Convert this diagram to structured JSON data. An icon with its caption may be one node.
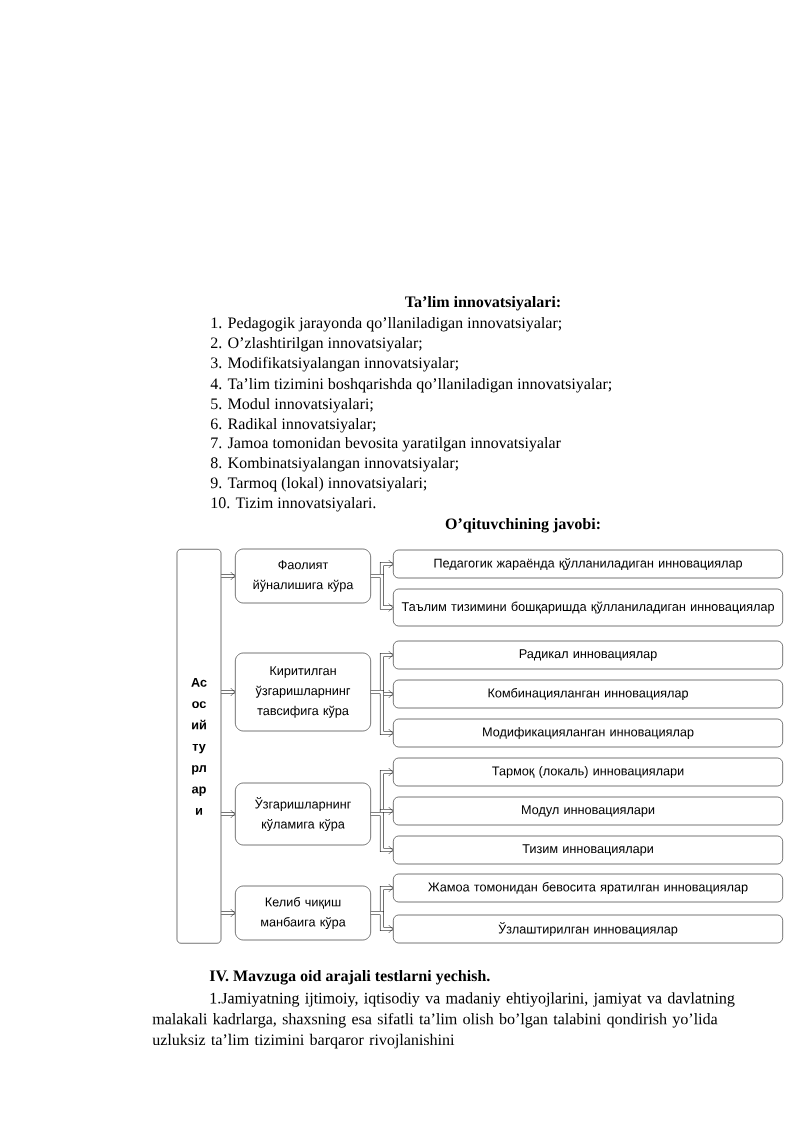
{
  "diagram": {
    "title": "Ta’lim innovatsiyalari:",
    "nodes": [
      {
        "text": [
          "Ас ос ий ту рл ар и"
        ]
      },
      {
        "text": [
          "Фаолият йўналишига кўра"
        ]
      },
      {
        "text": [
          "Киритилган ўзгаришларнинг тавсифига кўра"
        ]
      },
      {
        "text": [
          "Ўзгаришларнинг кўламига кўра"
        ]
      },
      {
        "text": [
          "Келиб чиқиш манбаига кўра"
        ]
      },
      {
        "text": [
          "Педагогик жараёнда қўлланиладиган инновациялар"
        ]
      },
      {
        "text": [
          "Таълим тизимини бошқаришда қўлланиладиган инновациялар"
        ]
      },
      {
        "text": [
          "Радикал инновациялар"
        ]
      },
      {
        "text": [
          "Комбинацияланган инновациялар"
        ]
      },
      {
        "text": [
          "Модификацияланган инновациялар"
        ]
      },
      {
        "text": [
          "Тармоқ (локаль) инновациялари"
        ]
      },
      {
        "text": [
          "Модул инновациялари"
        ]
      },
      {
        "text": [
          "Тизим инновациялари"
        ]
      },
      {
        "text": [
          "Жамоа томонидан бевосита яратилган инновациялар"
        ]
      },
      {
        "text": [
          "Ўзлаштирилган инновациялар"
        ]
      }
    ],
    "edges": [
      {
        "from": 0,
        "to": 1,
        "arrow": "to"
      },
      {
        "from": 0,
        "to": 2,
        "arrow": "to"
      },
      {
        "from": 0,
        "to": 3,
        "arrow": "to"
      },
      {
        "from": 0,
        "to": 4,
        "arrow": "to"
      },
      {
        "from": 1,
        "to": 5,
        "arrow": "to"
      },
      {
        "from": 1,
        "to": 6,
        "arrow": "to"
      },
      {
        "from": 2,
        "to": 7,
        "arrow": "to"
      },
      {
        "from": 2,
        "to": 8,
        "arrow": "to"
      },
      {
        "from": 2,
        "to": 9,
        "arrow": "to"
      },
      {
        "from": 3,
        "to": 10,
        "arrow": "to"
      },
      {
        "from": 3,
        "to": 11,
        "arrow": "to"
      },
      {
        "from": 3,
        "to": 12,
        "arrow": "to"
      },
      {
        "from": 4,
        "to": 13,
        "arrow": "to"
      },
      {
        "from": 4,
        "to": 14,
        "arrow": "to"
      }
    ],
    "labels": [
      "1. Pedagogik jarayonda qo’llaniladigan innovatsiyalar;",
      "2. O’zlashtirilgan innovatsiyalar;",
      "3. Modifikatsiyalangan innovatsiyalar;",
      "4. Ta’lim tizimini boshqarishda qo’llaniladigan innovatsiyalar;",
      "5. Modul innovatsiyalari;",
      "6. Radikal innovatsiyalar;",
      "7. Jamoa tomonidan bevosita yaratilgan innovatsiyalar",
      "8. Kombinatsiyalangan innovatsiyalar;",
      "9. Tarmoq (lokal) innovatsiyalari;",
      "10. Tizim innovatsiyalari.",
      "O’qituvchining  javobi:",
      "IV. Mavzuga oid arajali testlarni yechish.",
      "1.Jamiyatning ijtimoiy, iqtisodiy va madaniy ehtiyojlarini, jamiyat va davlatning malakali kadrlarga, shaxsning esa sifatli ta’lim olish bo’lgan talabini qondirish yo’lida uzluksiz ta’lim tizimini barqaror rivojlanishini"
    ]
  }
}
